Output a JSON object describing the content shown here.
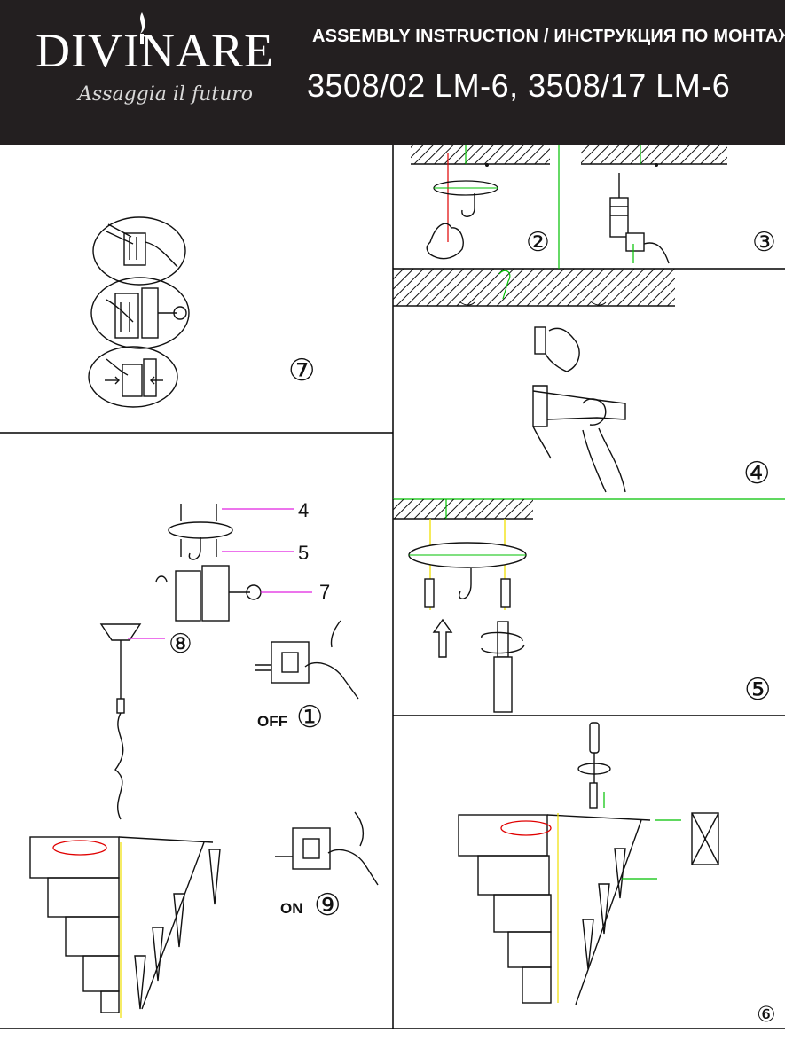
{
  "header": {
    "brand": "DIVINARE",
    "tagline": "Assaggia il futuro",
    "title": "ASSEMBLY INSTRUCTION / ИНСТРУКЦИЯ ПО МОНТАЖУ",
    "models": "3508/02 LM-6, 3508/17 LM-6"
  },
  "steps": {
    "s1": "①",
    "s2": "②",
    "s3": "③",
    "s4": "④",
    "s5": "⑤",
    "s6": "⑥",
    "s7": "⑦",
    "s8": "⑧",
    "s9": "⑨"
  },
  "labels": {
    "off": "OFF",
    "on": "ON",
    "callout_4": "4",
    "callout_5": "5",
    "callout_7": "7"
  },
  "colors": {
    "header_bg": "#231f20",
    "guide_green": "#00c000",
    "guide_magenta": "#e020e0",
    "guide_yellow": "#f0e000",
    "guide_red": "#e00000"
  },
  "icons": {
    "flame": "flame-icon",
    "off_switch": "wall-switch-off-icon",
    "on_switch": "wall-switch-on-icon"
  }
}
